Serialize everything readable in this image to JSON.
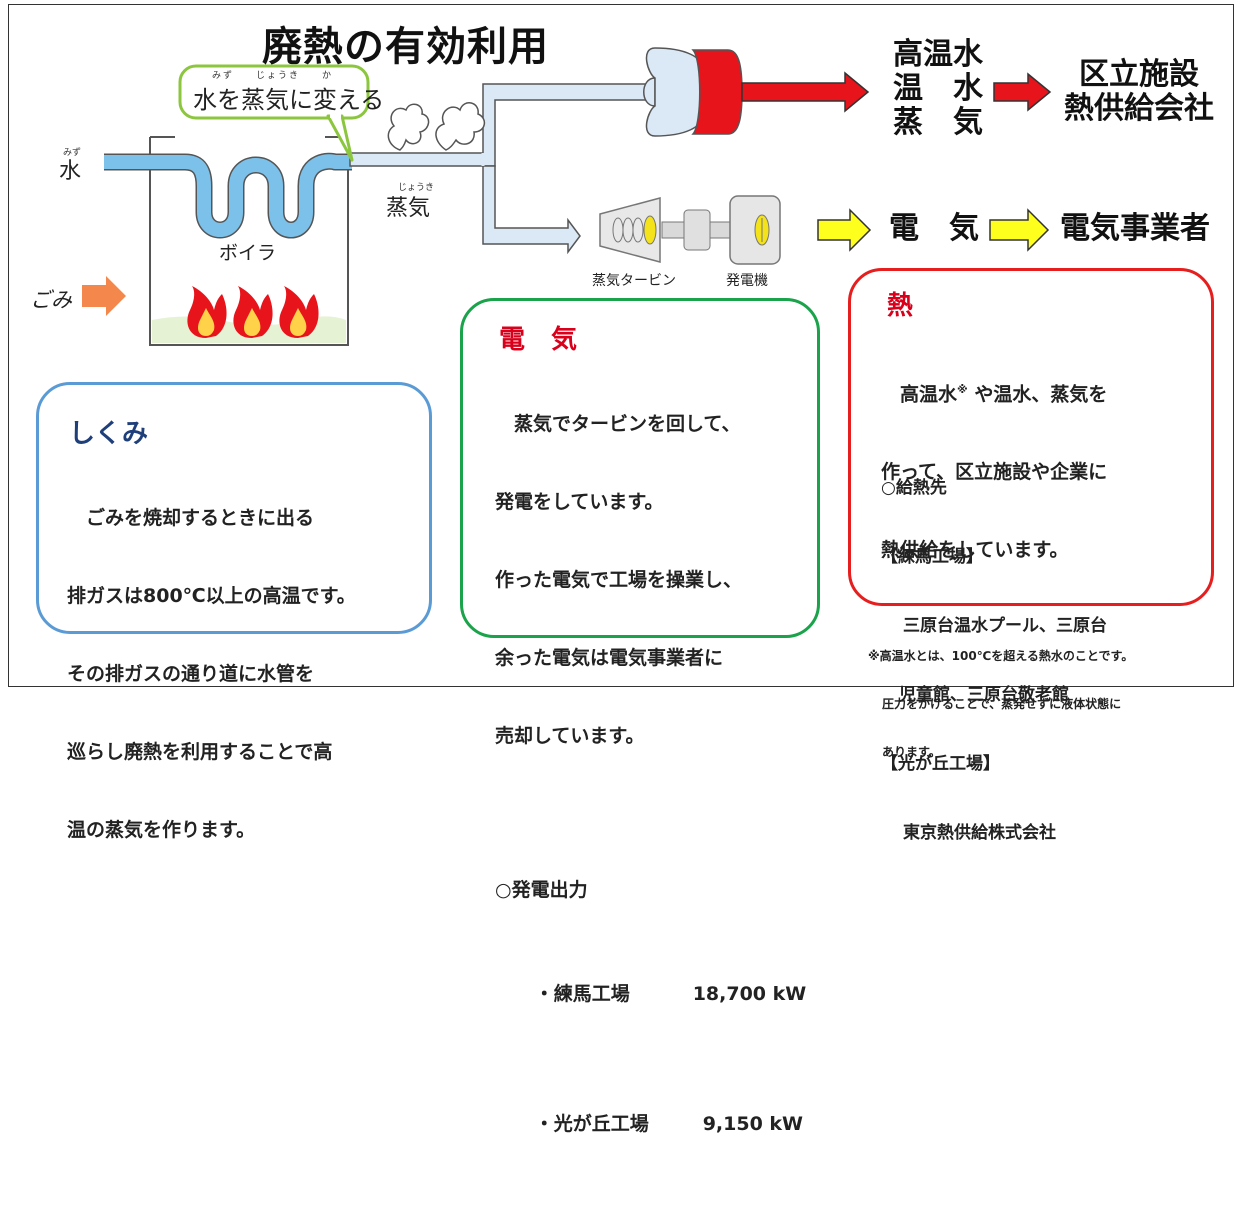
{
  "title": "廃熱の有効利用",
  "labels": {
    "water": "水",
    "water_ruby": "みず",
    "steam": "蒸気",
    "steam_ruby": "じょうき",
    "boiler": "ボイラ",
    "garbage": "ごみ",
    "callout": "水を蒸気に変える",
    "callout_ruby": "みず　　じょうき　　か",
    "turbine": "蒸気タービン",
    "generator": "発電機"
  },
  "outputs": {
    "heat_items": [
      "高温水",
      "温　水",
      "蒸　気"
    ],
    "heat_dest": [
      "区立施設",
      "熱供給会社"
    ],
    "elec_label": "電　気",
    "elec_dest": "電気事業者"
  },
  "shikumi": {
    "title": "しくみ",
    "lines": [
      "　ごみを焼却するときに出る",
      "排ガスは800℃以上の高温です。",
      "その排ガスの通り道に水管を",
      "巡らし廃熱を利用することで高",
      "温の蒸気を作ります。"
    ]
  },
  "denki": {
    "title": "電　気",
    "lines": [
      "　蒸気でタービンを回して、",
      "発電をしています。",
      "作った電気で工場を操業し、",
      "余った電気は電気事業者に",
      "売却しています。"
    ],
    "output_heading": "○発電出力",
    "plants": [
      {
        "name": "・練馬工場",
        "value": "18,700 kW"
      },
      {
        "name": "・光が丘工場",
        "value": "9,150 kW"
      }
    ]
  },
  "netsu": {
    "title": "熱",
    "line1_a": "　高温水",
    "line1_mark": "※",
    "line1_b": " や温水、蒸気を",
    "lines": [
      "作って、区立施設や企業に",
      "熱供給をしています。"
    ],
    "dest_heading": "○給熱先",
    "nerima_heading": "【練馬工場】",
    "nerima_lines": [
      "三原台温水プール、三原台",
      "児童館、三原台敬老館"
    ],
    "hikari_heading": "【光が丘工場】",
    "hikari_lines": [
      "東京熱供給株式会社"
    ]
  },
  "footnote": [
    "※高温水とは、100℃を超える熱水のことです。",
    "圧力をかけることで、蒸発せずに液体状態に",
    "あります。"
  ],
  "colors": {
    "heat_arrow": "#e8141b",
    "elec_arrow": "#ffff1e",
    "garbage_arrow": "#f4874b",
    "water_pipe": "#7cc1ea",
    "steam_pipe": "#dbe8f5",
    "callout_border": "#8cc63f",
    "shikumi_border": "#5b9bd5",
    "denki_border": "#1aa34a",
    "netsu_border": "#e61e1e",
    "denki_title": "#d9001b",
    "netsu_title": "#d9001b",
    "shikumi_title": "#1f3f7a"
  }
}
